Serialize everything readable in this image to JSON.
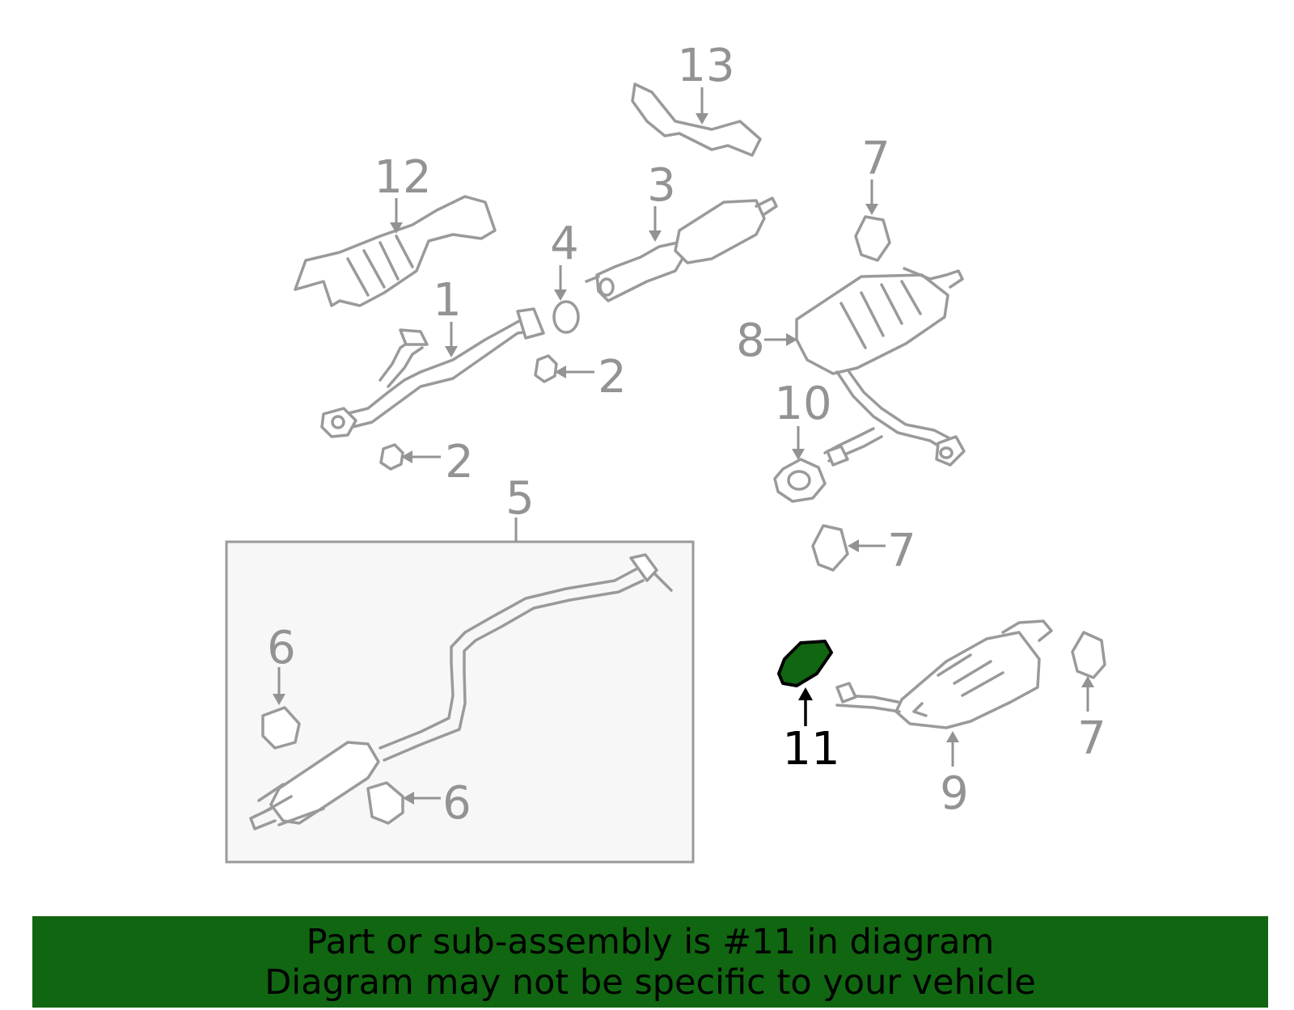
{
  "diagram": {
    "callouts": [
      {
        "id": "1",
        "label": "1"
      },
      {
        "id": "2a",
        "label": "2"
      },
      {
        "id": "2b",
        "label": "2"
      },
      {
        "id": "3",
        "label": "3"
      },
      {
        "id": "4",
        "label": "4"
      },
      {
        "id": "5",
        "label": "5"
      },
      {
        "id": "6a",
        "label": "6"
      },
      {
        "id": "6b",
        "label": "6"
      },
      {
        "id": "7a",
        "label": "7"
      },
      {
        "id": "7b",
        "label": "7"
      },
      {
        "id": "7c",
        "label": "7"
      },
      {
        "id": "8",
        "label": "8"
      },
      {
        "id": "9",
        "label": "9"
      },
      {
        "id": "10",
        "label": "10"
      },
      {
        "id": "11",
        "label": "11"
      },
      {
        "id": "12",
        "label": "12"
      },
      {
        "id": "13",
        "label": "13"
      }
    ],
    "highlighted_part": "11",
    "colors": {
      "highlight": "#116611",
      "part_line": "#9a9a9a",
      "callout_text": "#939393",
      "assembly_box_fill": "#f7f7f7",
      "banner_background": "#116611"
    }
  },
  "banner": {
    "line1": "Part or sub-assembly is #11 in diagram",
    "line2": "Diagram may not be specific to your vehicle"
  }
}
